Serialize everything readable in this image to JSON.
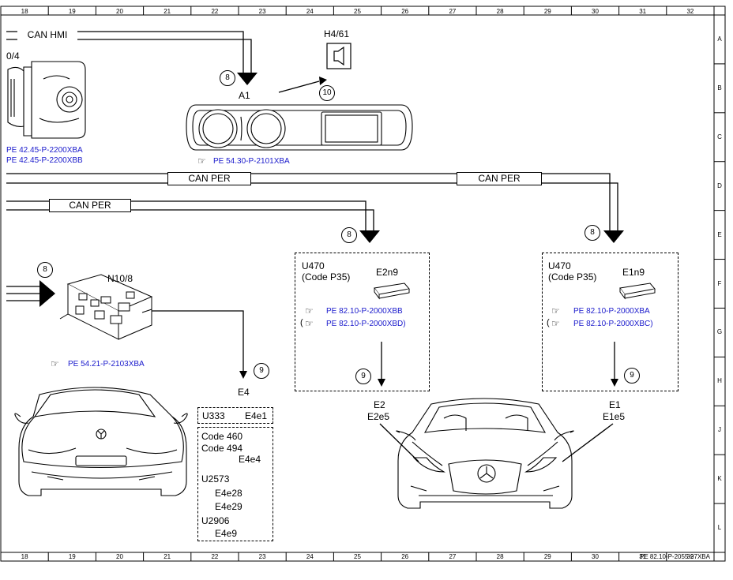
{
  "ruler": {
    "columns": [
      "18",
      "19",
      "20",
      "21",
      "22",
      "23",
      "24",
      "25",
      "26",
      "27",
      "28",
      "29",
      "30",
      "31",
      "32"
    ],
    "rows": [
      "A",
      "B",
      "C",
      "D",
      "E",
      "F",
      "G",
      "H",
      "J",
      "K",
      "L"
    ]
  },
  "buses": {
    "can_hmi": "CAN HMI",
    "can_per_1": "CAN PER",
    "can_per_2": "CAN PER",
    "can_per_3": "CAN PER"
  },
  "components": {
    "left_cut_label": "0/4",
    "left_cut_refs": [
      "PE 42.45-P-2200XBA",
      "PE 42.45-P-2200XBB"
    ],
    "speaker_label": "H4/61",
    "cluster_label": "A1",
    "cluster_ref": "PE 54.30-P-2101XBA",
    "sam_label": "N10/8",
    "sam_ref": "PE 54.21-P-2103XBA",
    "e4_label": "E4",
    "e2_box": {
      "line1": "U470",
      "line2": "(Code P35)",
      "module": "E2n9",
      "ref1": "PE 82.10-P-2000XBB",
      "ref2": "PE 82.10-P-2000XBD)",
      "paren": "("
    },
    "e1_box": {
      "line1": "U470",
      "line2": "(Code P35)",
      "module": "E1n9",
      "ref1": "PE 82.10-P-2000XBA",
      "ref2": "PE 82.10-P-2000XBC)",
      "paren": "("
    },
    "e2_labels": [
      "E2",
      "E2e5"
    ],
    "e1_labels": [
      "E1",
      "E1e5"
    ],
    "u333_box": {
      "left": "U333",
      "right": "E4e1"
    },
    "e4_box": {
      "lines": [
        "Code 460",
        "Code 494",
        "E4e4",
        "U2573",
        "E4e28",
        "E4e29",
        "U2906",
        "E4e9"
      ]
    }
  },
  "circles": {
    "c_top": "8",
    "c_arrow": "10",
    "c_e2": "8",
    "c_e1": "8",
    "c_sam": "8",
    "c_e4": "9",
    "c_e2b": "9",
    "c_e1b": "9"
  },
  "icons": {
    "reference": "pointing-hand-icon",
    "speaker": "speaker-icon"
  },
  "footer": "PE 82.10-P-2055-97XBA"
}
